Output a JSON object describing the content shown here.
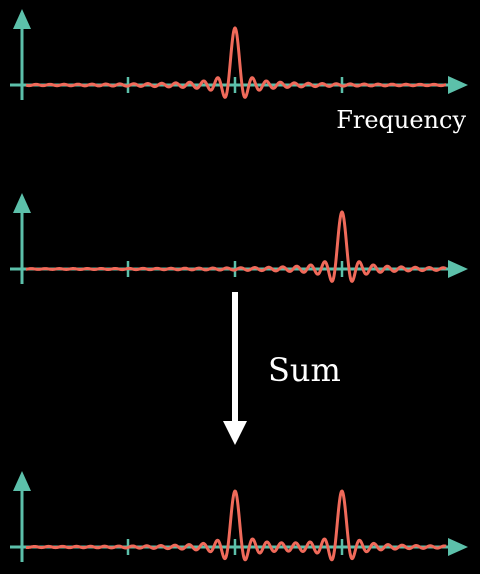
{
  "colors": {
    "background": "#000000",
    "axis": "#5cc0aa",
    "curve": "#f06a5a",
    "arrow": "#ffffff",
    "text": "#ffffff"
  },
  "plots": [
    {
      "name": "spectrum-1",
      "peaks": [
        0
      ],
      "axis_label": "Frequency"
    },
    {
      "name": "spectrum-2",
      "peaks": [
        1
      ],
      "axis_label": ""
    },
    {
      "name": "spectrum-sum",
      "peaks": [
        0,
        1
      ],
      "axis_label": ""
    }
  ],
  "sum_arrow": {
    "label": "Sum",
    "icon": "down-arrow-icon"
  }
}
